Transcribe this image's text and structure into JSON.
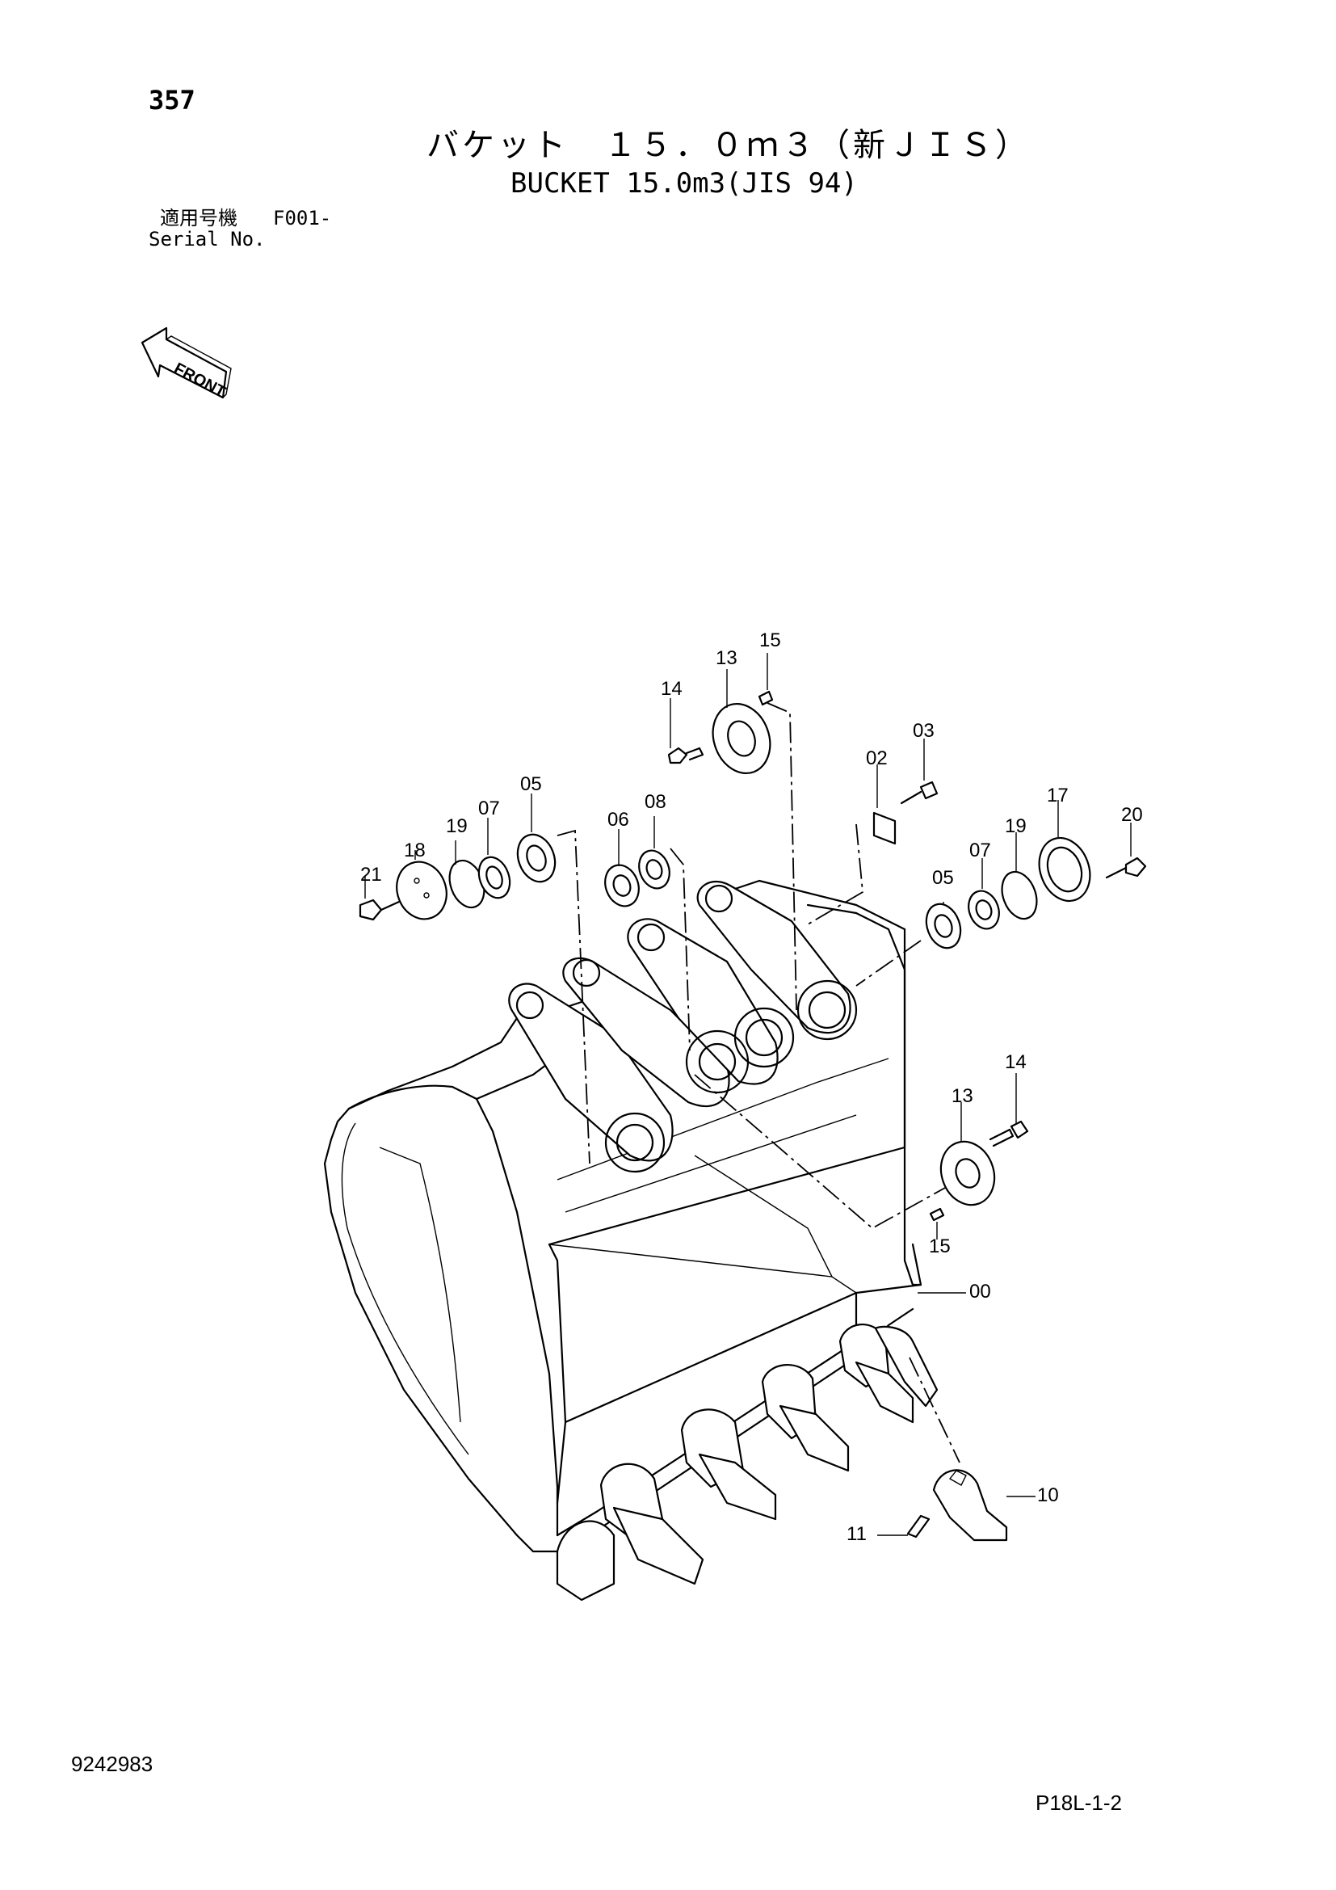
{
  "header": {
    "page_number": "357",
    "title_jp": "バケット　１５．０ｍ３（新ＪＩＳ）",
    "title_en": "BUCKET 15.0m3(JIS 94)",
    "serial_label_jp": "適用号機",
    "serial_value": "F001-",
    "serial_label_en": "Serial No."
  },
  "front_arrow": {
    "label": "FRONT"
  },
  "callouts": {
    "c00": "00",
    "c02": "02",
    "c03": "03",
    "c05a": "05",
    "c05b": "05",
    "c06": "06",
    "c07a": "07",
    "c07b": "07",
    "c08": "08",
    "c10": "10",
    "c11": "11",
    "c13a": "13",
    "c13b": "13",
    "c14a": "14",
    "c14b": "14",
    "c15a": "15",
    "c15b": "15",
    "c17": "17",
    "c18": "18",
    "c19a": "19",
    "c19b": "19",
    "c20": "20",
    "c21": "21"
  },
  "footer": {
    "document_code": "9242983",
    "page_code": "P18L-1-2"
  }
}
